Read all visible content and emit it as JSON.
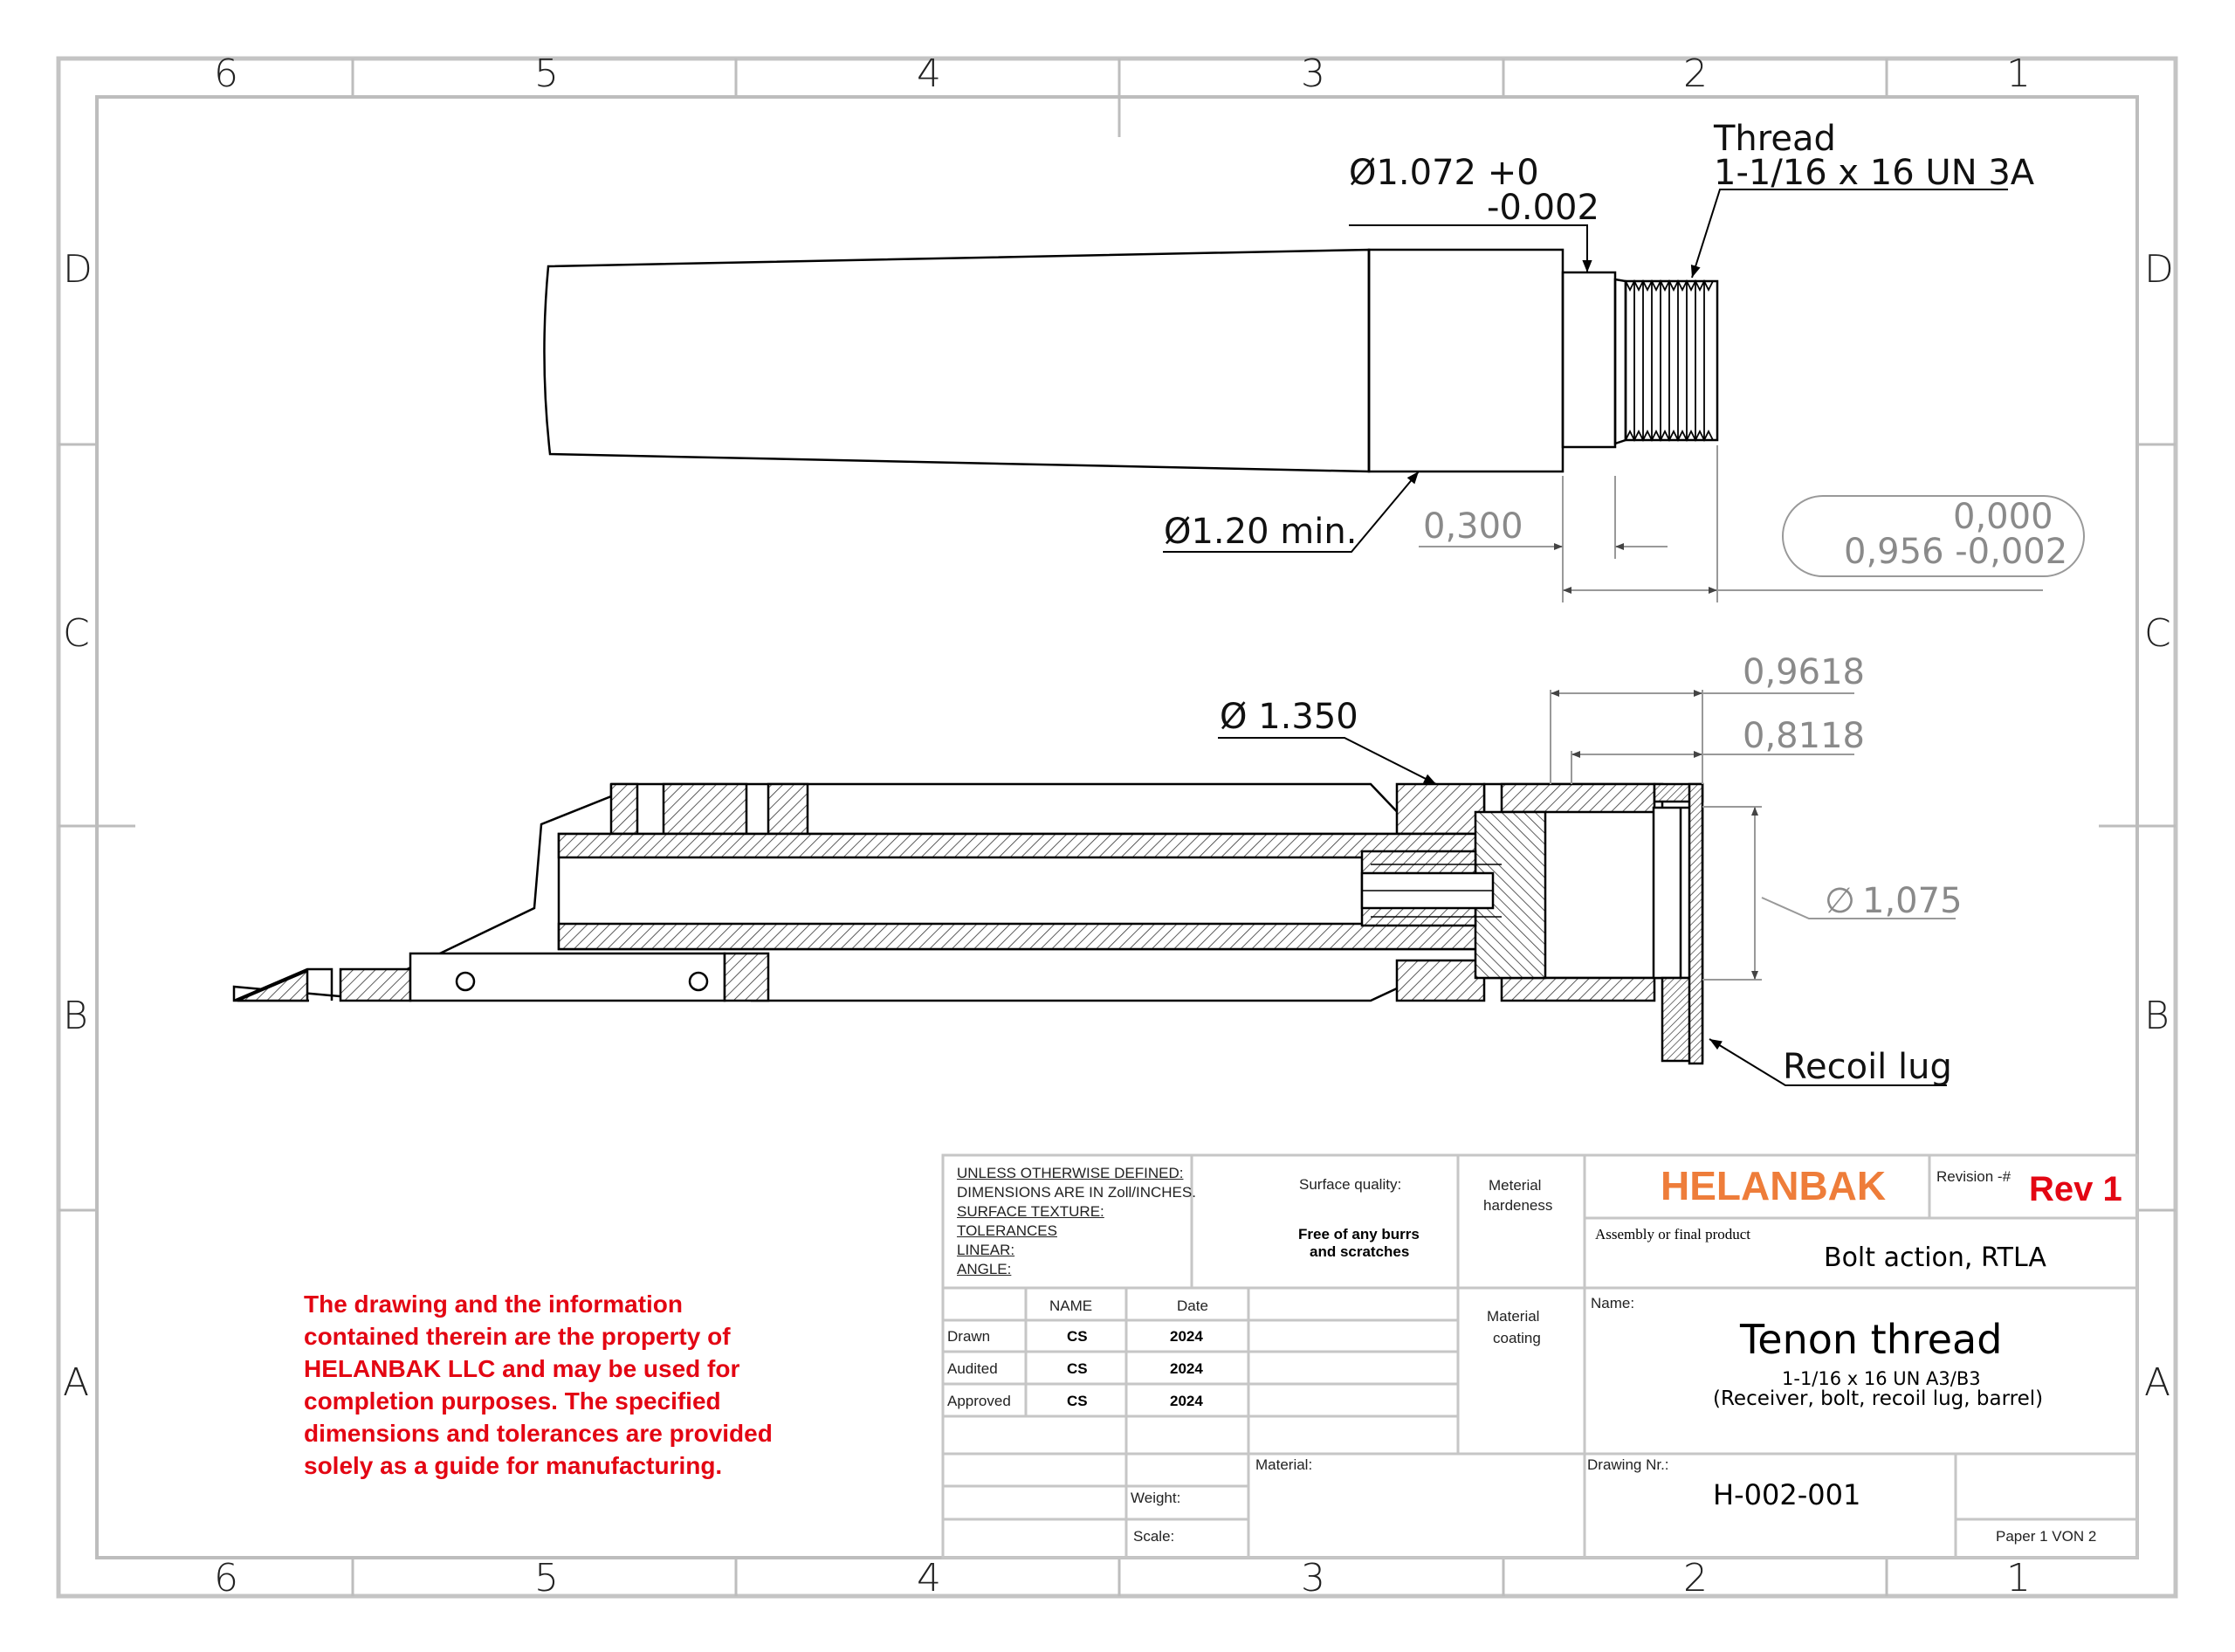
{
  "zones": {
    "columns": [
      "6",
      "5",
      "4",
      "3",
      "2",
      "1"
    ],
    "rows": [
      "D",
      "C",
      "B",
      "A"
    ]
  },
  "dimensions": {
    "thread_title": "Thread",
    "thread_spec": "1-1/16 x 16 UN 3A",
    "diameter_main": "Ø1.072 +0",
    "diameter_tol": "-0.002",
    "diameter_min": "Ø1.20 min.",
    "length_300": "0,300",
    "length_upper": "0,000",
    "length_lower": "0,956 -0,002",
    "diameter_bolt": "Ø 1.350",
    "length_9618": "0,9618",
    "length_8118": "0,8118",
    "diameter_1075": "1,075",
    "recoil_lug": "Recoil lug"
  },
  "notice": [
    "The drawing and the information",
    "contained therein are the property of",
    "HELANBAK LLC and may be used for",
    "completion purposes. The specified",
    "dimensions and tolerances are provided",
    "solely as a guide for manufacturing."
  ],
  "title_block": {
    "defaults": [
      "UNLESS OTHERWISE DEFINED:",
      "DIMENSIONS ARE IN Zoll/INCHES.",
      "SURFACE TEXTURE:",
      "TOLERANCES",
      "LINEAR:",
      "ANGLE:"
    ],
    "surface_label": "Surface quality:",
    "surface_value_1": "Free of any burrs",
    "surface_value_2": "and scratches",
    "hardness_1": "Meterial",
    "hardness_2": "hardeness",
    "company": "HELANBAK",
    "revision_label": "Revision -#",
    "revision_value": "Rev 1",
    "assembly_label": "Assembly or final product",
    "assembly_value": "Bolt action, RTLA",
    "name_header": "NAME",
    "date_header": "Date",
    "rows": [
      {
        "role": "Drawn",
        "name": "CS",
        "date": "2024"
      },
      {
        "role": "Audited",
        "name": "CS",
        "date": "2024"
      },
      {
        "role": "Approved",
        "name": "CS",
        "date": "2024"
      }
    ],
    "coating_1": "Material",
    "coating_2": "coating",
    "name_label": "Name:",
    "title": "Tenon thread",
    "subtitle_1": "1-1/16 x 16 UN A3/B3",
    "subtitle_2": "(Receiver, bolt, recoil lug, barrel)",
    "material_label": "Material:",
    "weight_label": "Weight:",
    "scale_label": "Scale:",
    "drawing_nr_label": "Drawing Nr.:",
    "drawing_nr": "H-002-001",
    "paper": "Paper 1 VON 2"
  },
  "colors": {
    "company": "#ee7d3a",
    "revision": "#e30613",
    "notice": "#e30613",
    "frame": "#bcbcbc"
  }
}
